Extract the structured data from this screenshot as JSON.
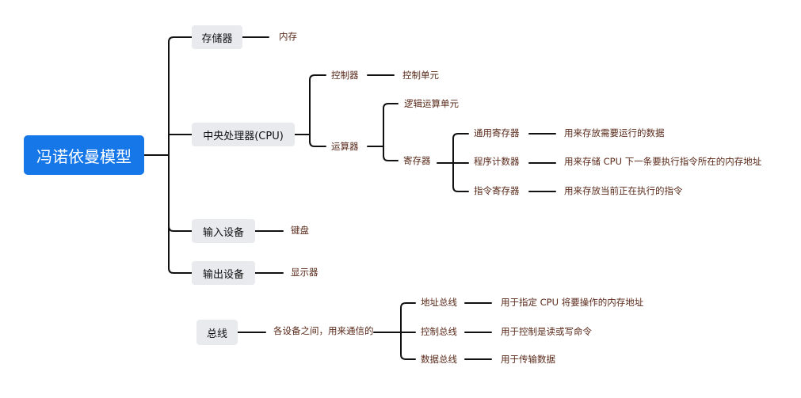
{
  "root": {
    "label": "冯诺依曼模型"
  },
  "branches": {
    "storage": {
      "label": "存储器",
      "memory": "内存"
    },
    "cpu": {
      "label": "中央处理器(CPU)",
      "controller": {
        "label": "控制器",
        "unit": "控制单元"
      },
      "alu": {
        "label": "运算器",
        "logic_unit": "逻辑运算单元",
        "registers": {
          "label": "寄存器",
          "general": {
            "label": "通用寄存器",
            "desc": "用来存放需要运行的数据"
          },
          "program_counter": {
            "label": "程序计数器",
            "desc": "用来存储 CPU 下一条要执行指令所在的内存地址"
          },
          "instruction": {
            "label": "指令寄存器",
            "desc": "用来存放当前正在执行的指令"
          }
        }
      }
    },
    "input": {
      "label": "输入设备",
      "keyboard": "键盘"
    },
    "output": {
      "label": "输出设备",
      "display": "显示器"
    }
  },
  "bus": {
    "label": "总线",
    "desc": "各设备之间，用来通信的",
    "address": {
      "label": "地址总线",
      "desc": "用于指定 CPU 将要操作的内存地址"
    },
    "control": {
      "label": "控制总线",
      "desc": "用于控制是读或写命令"
    },
    "data": {
      "label": "数据总线",
      "desc": "用于传输数据"
    }
  }
}
